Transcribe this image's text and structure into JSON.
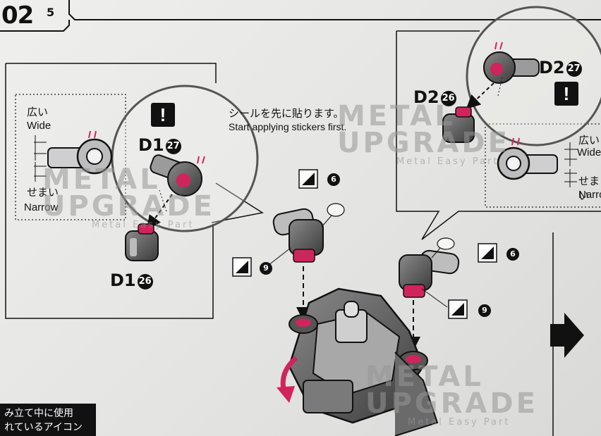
{
  "step": {
    "number": "02",
    "sub": "5"
  },
  "left_panel": {
    "wide_jp": "広い",
    "wide_en": "Wide",
    "narrow_jp": "せまい",
    "narrow_en": "Narrow",
    "part_top": "D1",
    "part_top_num": "27",
    "part_bottom": "D1",
    "part_bottom_num": "26",
    "warning": "!"
  },
  "sticker_note": {
    "jp": "シールを先に貼ります。",
    "en": "Start applying stickers first."
  },
  "right_panel": {
    "part_top": "D2",
    "part_top_num": "27",
    "part_mid": "D2",
    "part_mid_num": "26",
    "warning": "!",
    "wide_jp": "広い",
    "wide_en": "Wide",
    "narrow_jp": "せまい",
    "narrow_en": "Narrow"
  },
  "stickers": {
    "six": "6",
    "nine": "9"
  },
  "watermark": {
    "line1": "METAL",
    "line2": "UPGRADE",
    "tag": "Metal Easy Part"
  },
  "footer": {
    "line1": "み立て中に使用",
    "line2": "れているアイコン"
  },
  "colors": {
    "accent": "#d0245c",
    "part": "#555555",
    "ink": "#111111"
  }
}
